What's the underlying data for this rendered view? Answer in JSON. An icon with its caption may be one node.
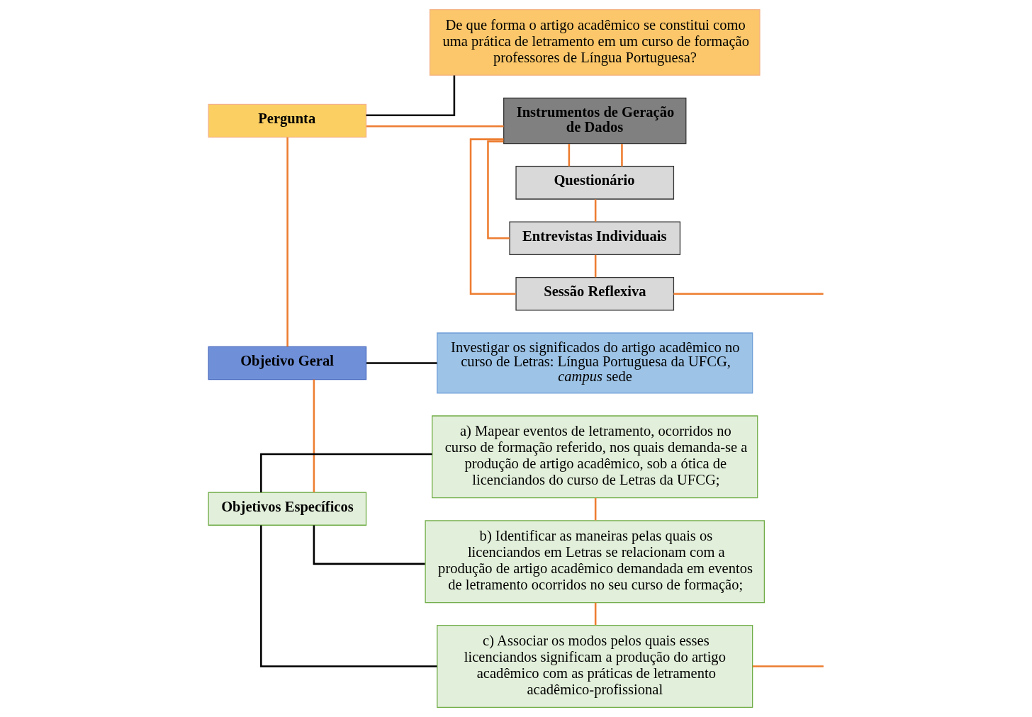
{
  "diagram": {
    "nodes": [
      {
        "text": [
          "Pergunta"
        ]
      },
      {
        "text": [
          "De que forma o artigo acadêmico se constitui como uma prática de letramento em um curso de formação professores de Língua Portuguesa?"
        ]
      },
      {
        "text": [
          "Objetivo Geral"
        ]
      },
      {
        "text": [
          "Investigar os significados do artigo acadêmico no curso de Letras: Língua Portuguesa da UFCG, *campus* sede"
        ]
      },
      {
        "text": [
          "Objetivos Específicos"
        ]
      },
      {
        "text": [
          "a) Mapear eventos de letramento, ocorridos no curso de formação referido, nos quais demanda-se a produção de artigo acadêmico, sob a ótica de licenciandos do curso de Letras da UFCG;"
        ]
      },
      {
        "text": [
          "b) Identificar as maneiras pelas quais os licenciandos em Letras se relacionam com a produção de artigo acadêmico demandada em eventos de letramento ocorridos no seu curso de formação;"
        ]
      },
      {
        "text": [
          "c) Associar os modos pelos quais esses licenciandos significam a produção do artigo acadêmico com as práticas de letramento acadêmico-profissional"
        ]
      },
      {
        "text": [
          "Instrumentos de Geração de Dados"
        ]
      },
      {
        "text": [
          "Questionário"
        ]
      },
      {
        "text": [
          "Entrevistas Individuais"
        ]
      },
      {
        "text": [
          "Sessão Reflexiva"
        ]
      }
    ],
    "edges": [
      {
        "from": 0,
        "to": 1,
        "arrow": "none",
        "color": "#000000"
      },
      {
        "from": 2,
        "to": 3,
        "arrow": "none",
        "color": "#000000"
      },
      {
        "from": 4,
        "to": 5,
        "arrow": "none",
        "color": "#000000"
      },
      {
        "from": 4,
        "to": 6,
        "arrow": "none",
        "color": "#000000"
      },
      {
        "from": 4,
        "to": 7,
        "arrow": "none",
        "color": "#000000"
      },
      {
        "from": 0,
        "to": 2,
        "arrow": "none"
      },
      {
        "from": 2,
        "to": 4,
        "arrow": "none"
      },
      {
        "from": 5,
        "to": 6,
        "arrow": "none"
      },
      {
        "from": 6,
        "to": 7,
        "arrow": "none"
      },
      {
        "from": 7,
        "to": null,
        "arrow": "none"
      },
      {
        "from": 0,
        "to": 8,
        "arrow": "none"
      },
      {
        "from": 8,
        "to": 9,
        "arrow": "none"
      },
      {
        "from": 9,
        "to": 10,
        "arrow": "none"
      },
      {
        "from": 10,
        "to": 11,
        "arrow": "none"
      },
      {
        "from": 11,
        "to": null,
        "arrow": "none"
      },
      {
        "from": 8,
        "to": 9,
        "arrow": "none"
      },
      {
        "from": 8,
        "to": 10,
        "arrow": "none"
      },
      {
        "from": 8,
        "to": 11,
        "arrow": "none"
      }
    ]
  }
}
